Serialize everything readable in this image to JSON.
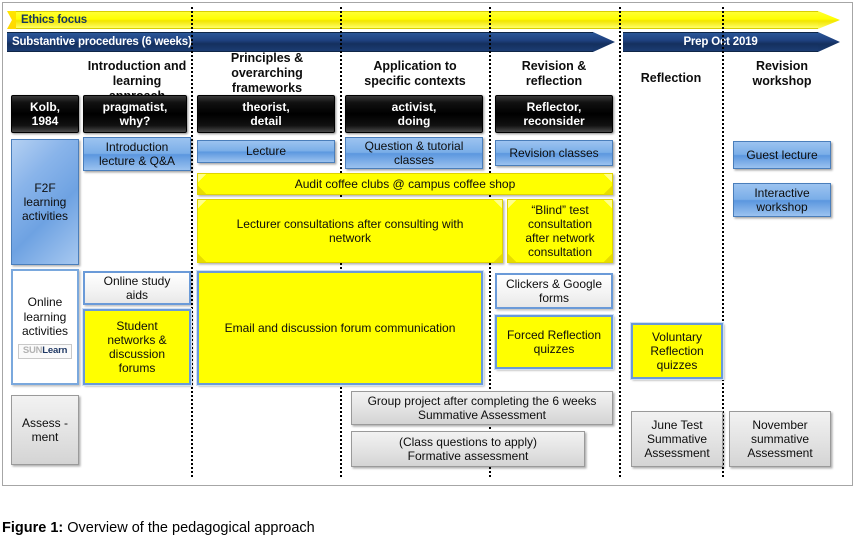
{
  "figure": {
    "caption_label": "Figure 1:",
    "caption_text": " Overview of the pedagogical approach"
  },
  "colors": {
    "yellow": "#ffff00",
    "dark_blue": "#1f4281",
    "light_blue": "#7aaee8",
    "gray": "#e4e4e4",
    "black": "#000000"
  },
  "timeline": {
    "ethics_arrow": {
      "label": "Ethics focus",
      "style": "yellow-arrow",
      "spans_full_width": true
    },
    "phase_arrows": [
      {
        "label": "Substantive procedures (6 weeks)",
        "style": "blue-arrow",
        "align": "left"
      },
      {
        "label": "Prep Oct 2019",
        "style": "blue-arrow",
        "align": "center"
      }
    ]
  },
  "columns": [
    {
      "heading": ""
    },
    {
      "heading": "Introduction and\nlearning approach"
    },
    {
      "heading": "Principles &\noverarching\nframeworks"
    },
    {
      "heading": "Application to\nspecific contexts"
    },
    {
      "heading": "Revision &\nreflection"
    },
    {
      "heading": "Reflection"
    },
    {
      "heading": "Revision\nworkshop"
    }
  ],
  "kolb_row": [
    {
      "label": "Kolb,\n1984",
      "type": "black"
    },
    {
      "label": "pragmatist,\nwhy?",
      "type": "black"
    },
    {
      "label": "theorist,\ndetail",
      "type": "black"
    },
    {
      "label": "activist,\ndoing",
      "type": "black"
    },
    {
      "label": "Reflector,\nreconsider",
      "type": "black"
    }
  ],
  "rails": [
    {
      "name": "f2f",
      "label": "F2F\nlearning\nactivities",
      "type": "blue-bevel",
      "logo": ""
    },
    {
      "name": "online",
      "label": "Online\nlearning\nactivities",
      "type": "white-rail",
      "logo": "SUNLearn"
    },
    {
      "name": "assessment",
      "label": "Assess -\nment",
      "type": "gray",
      "logo": ""
    }
  ],
  "f2f_row": {
    "items": [
      {
        "label": "Introduction\nlecture & Q&A",
        "type": "blue"
      },
      {
        "label": "Lecture",
        "type": "blue"
      },
      {
        "label": "Question & tutorial\nclasses",
        "type": "blue"
      },
      {
        "label": "Revision classes",
        "type": "blue"
      },
      {
        "label": "Guest lecture",
        "type": "blue"
      },
      {
        "label": "Interactive\nworkshop",
        "type": "blue"
      },
      {
        "label": "Audit coffee clubs @ campus coffee shop",
        "type": "yellow"
      },
      {
        "label": "Lecturer consultations after consulting with\nnetwork",
        "type": "yellow"
      },
      {
        "label": "“Blind” test\nconsultation\nafter network\nconsultation",
        "type": "yellow"
      }
    ]
  },
  "online_row": {
    "items": [
      {
        "label": "Online study\naids",
        "type": "white"
      },
      {
        "label": "Student\nnetworks &\ndiscussion\nforums",
        "type": "yellow"
      },
      {
        "label": "Email and discussion forum communication",
        "type": "yellow"
      },
      {
        "label": "Clickers & Google\nforms",
        "type": "white"
      },
      {
        "label": "Forced Reflection\nquizzes",
        "type": "yellow"
      },
      {
        "label": "Voluntary\nReflection\nquizzes",
        "type": "yellow"
      }
    ]
  },
  "assessment_row": {
    "items": [
      {
        "label": "Group project after completing the 6 weeks\nSummative Assessment",
        "type": "gray"
      },
      {
        "label": "(Class questions to apply)\nFormative assessment",
        "type": "gray"
      },
      {
        "label": "June Test\nSummative\nAssessment",
        "type": "gray"
      },
      {
        "label": "November\nsummative\nAssessment",
        "type": "gray"
      }
    ]
  }
}
